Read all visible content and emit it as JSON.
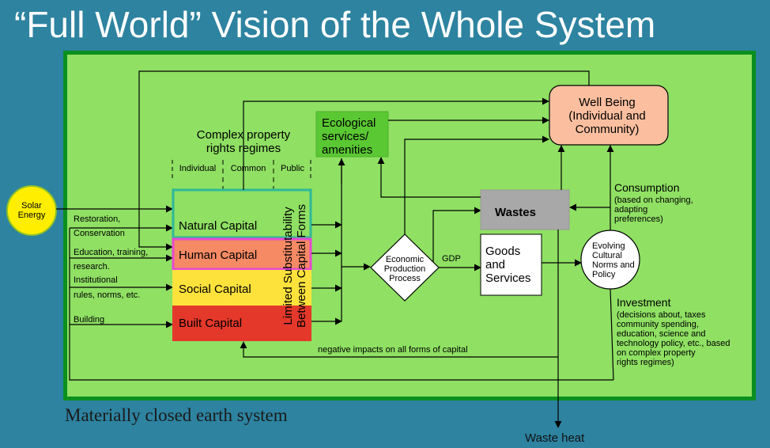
{
  "title": "“Full World” Vision of the Whole System",
  "footer": "Materially closed earth system",
  "colors": {
    "background": "#2d83a0",
    "frame_fill": "#8fe063",
    "frame_border": "#0b8f1f",
    "solar": "#ffee00",
    "ecological": "#5ac832",
    "well_being": "#fbbf9f",
    "wastes": "#a8a8a8",
    "natural": "#8fe063",
    "human": "#f58a64",
    "social": "#fde23c",
    "built": "#e4382a"
  },
  "nodes": {
    "solar": {
      "line1": "Solar",
      "line2": "Energy"
    },
    "property": {
      "line1": "Complex property",
      "line2": "rights regimes",
      "columns": [
        "Individual",
        "Common",
        "Public"
      ]
    },
    "capitals": {
      "natural": "Natural Capital",
      "human": "Human Capital",
      "social": "Social Capital",
      "built": "Built Capital"
    },
    "substitution": {
      "line1": "Limited Substitutability",
      "line2": "Between Capital Forms"
    },
    "ecological": {
      "line1": "Ecological",
      "line2": "services/",
      "line3": "amenities"
    },
    "economic": {
      "line1": "Economic",
      "line2": "Production",
      "line3": "Process"
    },
    "wastes": "Wastes",
    "goods": {
      "line1": "Goods",
      "line2": "and",
      "line3": "Services"
    },
    "well_being": {
      "line1": "Well Being",
      "line2": "(Individual and",
      "line3": "Community)"
    },
    "norms": {
      "line1": "Evolving",
      "line2": "Cultural",
      "line3": "Norms and",
      "line4": "Policy"
    }
  },
  "labels": {
    "restoration": "Restoration,",
    "conservation": "Conservation",
    "education": "Education, training,",
    "research": "research.",
    "institutional": "Institutional",
    "rules": "rules, norms, etc.",
    "building": "Building",
    "gdp": "GDP",
    "negative_impacts": "negative impacts on all forms of capital",
    "consumption": {
      "title": "Consumption",
      "line1": "(based on changing,",
      "line2": "adapting",
      "line3": "preferences)"
    },
    "investment": {
      "title": "Investment",
      "line1": "(decisions about, taxes",
      "line2": "community spending,",
      "line3": "education, science and",
      "line4": "technology  policy, etc., based",
      "line5": "on complex property",
      "line6": "rights regimes)"
    },
    "waste_heat": "Waste heat"
  }
}
